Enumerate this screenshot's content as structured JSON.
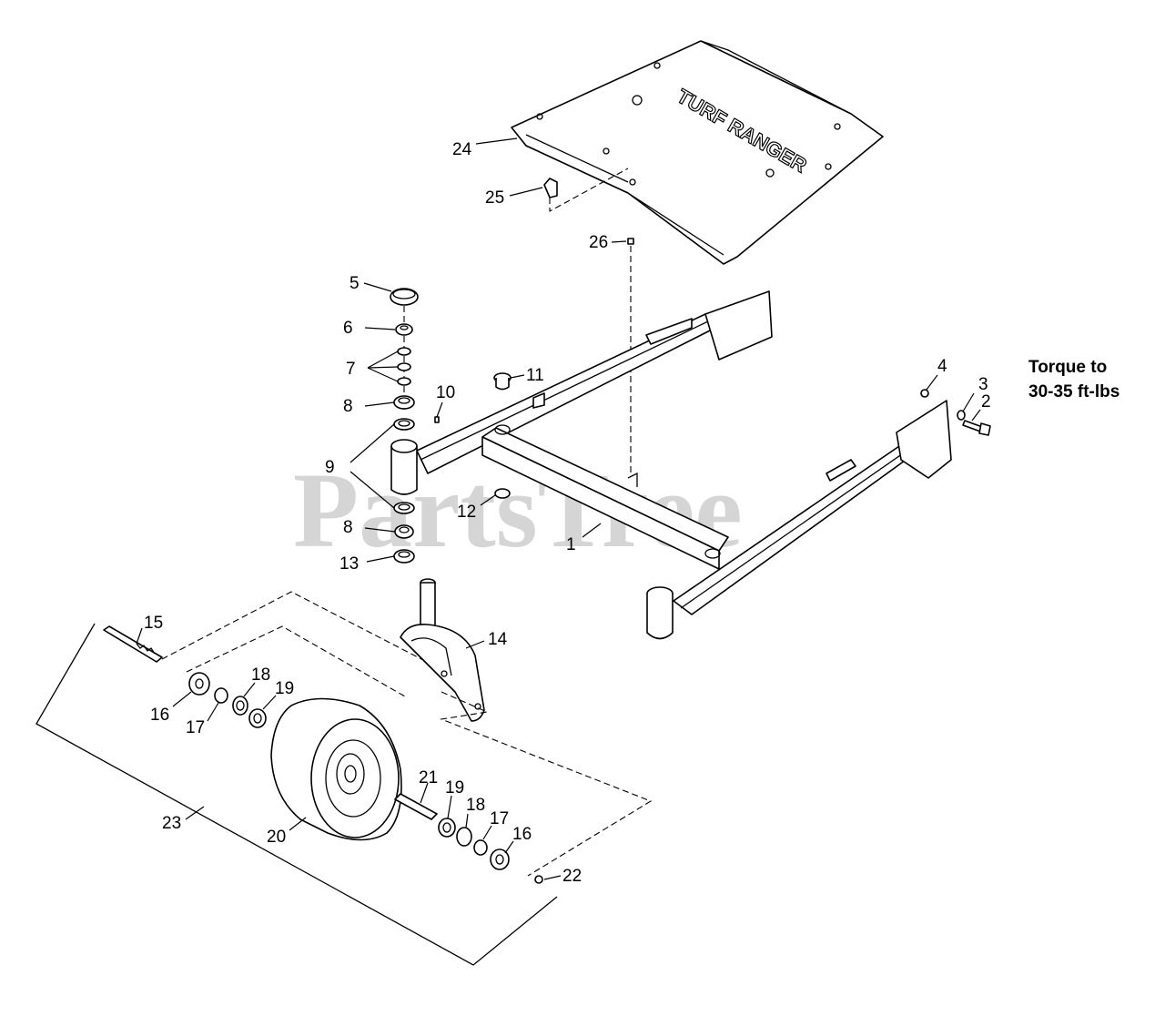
{
  "watermark": "PartsTree",
  "logo": "TURF RANGER",
  "torque_note": {
    "line1": "Torque to",
    "line2": "30-35 ft-lbs"
  },
  "callouts": [
    "1",
    "2",
    "3",
    "4",
    "5",
    "6",
    "7",
    "8",
    "8",
    "9",
    "10",
    "11",
    "12",
    "13",
    "14",
    "15",
    "16",
    "16",
    "17",
    "17",
    "18",
    "18",
    "19",
    "19",
    "20",
    "21",
    "22",
    "23",
    "24",
    "25",
    "26"
  ]
}
